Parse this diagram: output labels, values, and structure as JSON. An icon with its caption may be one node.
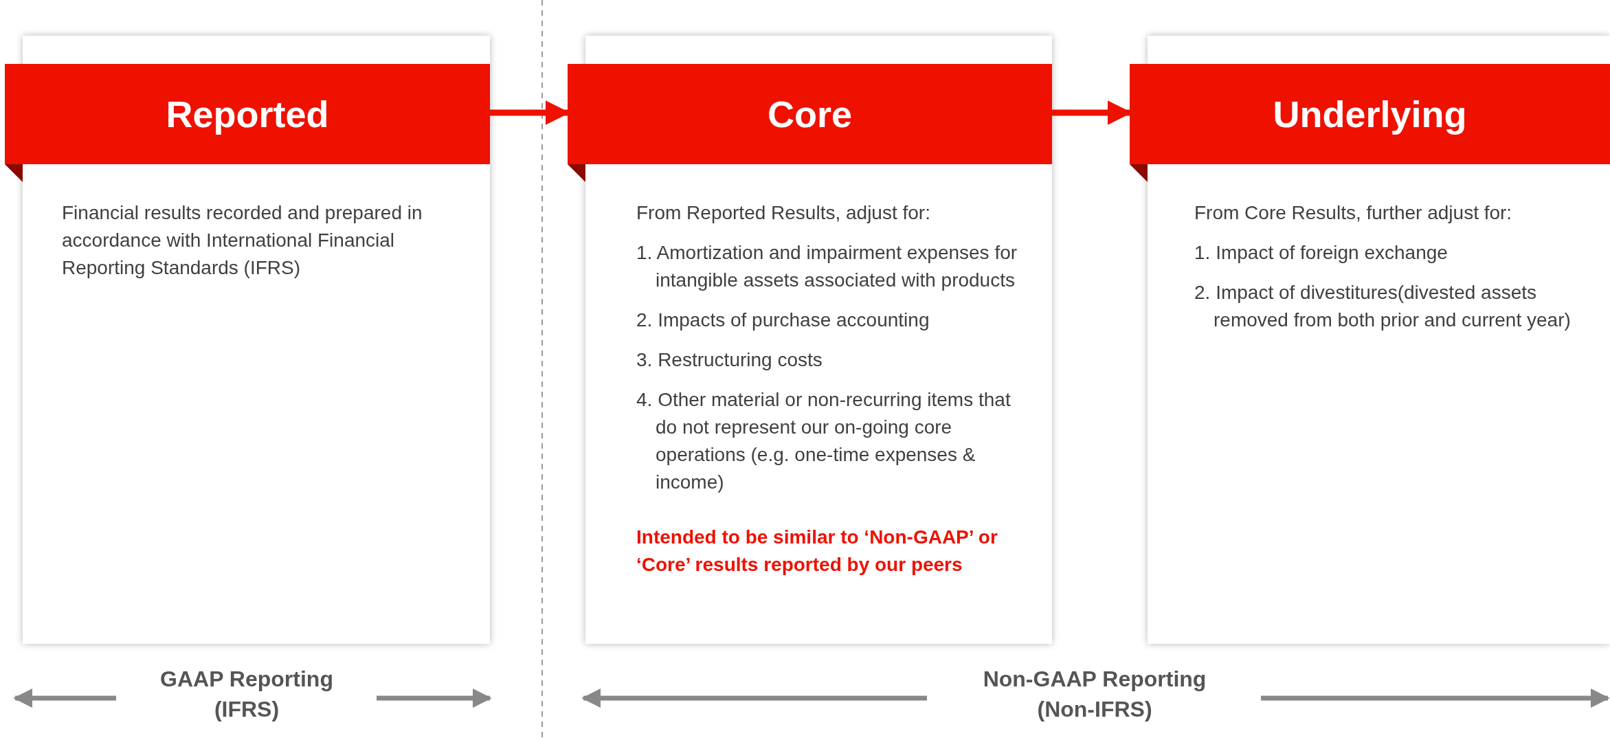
{
  "diagram": {
    "nodes": [
      {
        "text": [
          "Reported",
          "Financial results recorded and prepared in accordance with International Financial Reporting Standards (IFRS)"
        ]
      },
      {
        "text": [
          "Core",
          "From Reported Results, adjust for:",
          "1. Amortization and impairment expenses for intangible assets associated with products",
          "2. Impacts of purchase accounting",
          "3. Restructuring costs",
          "4. Other material or non-recurring items that do not represent our on-going core operations (e.g. one-time expenses & income)",
          "Intended to be similar to ‘Non-GAAP’ or ‘Core’ results reported by our peers"
        ]
      },
      {
        "text": [
          "Underlying",
          "From Core Results, further adjust for:",
          "1. Impact of foreign exchange",
          "2. Impact of divestitures(divested assets removed from both prior and current year)"
        ]
      }
    ],
    "edges": [
      {
        "from": 0,
        "to": 1,
        "arrow": "to"
      },
      {
        "from": 1,
        "to": 2,
        "arrow": "to"
      }
    ],
    "labels": [
      "GAAP Reporting (IFRS)",
      "Non-GAAP Reporting (Non-IFRS)"
    ]
  }
}
